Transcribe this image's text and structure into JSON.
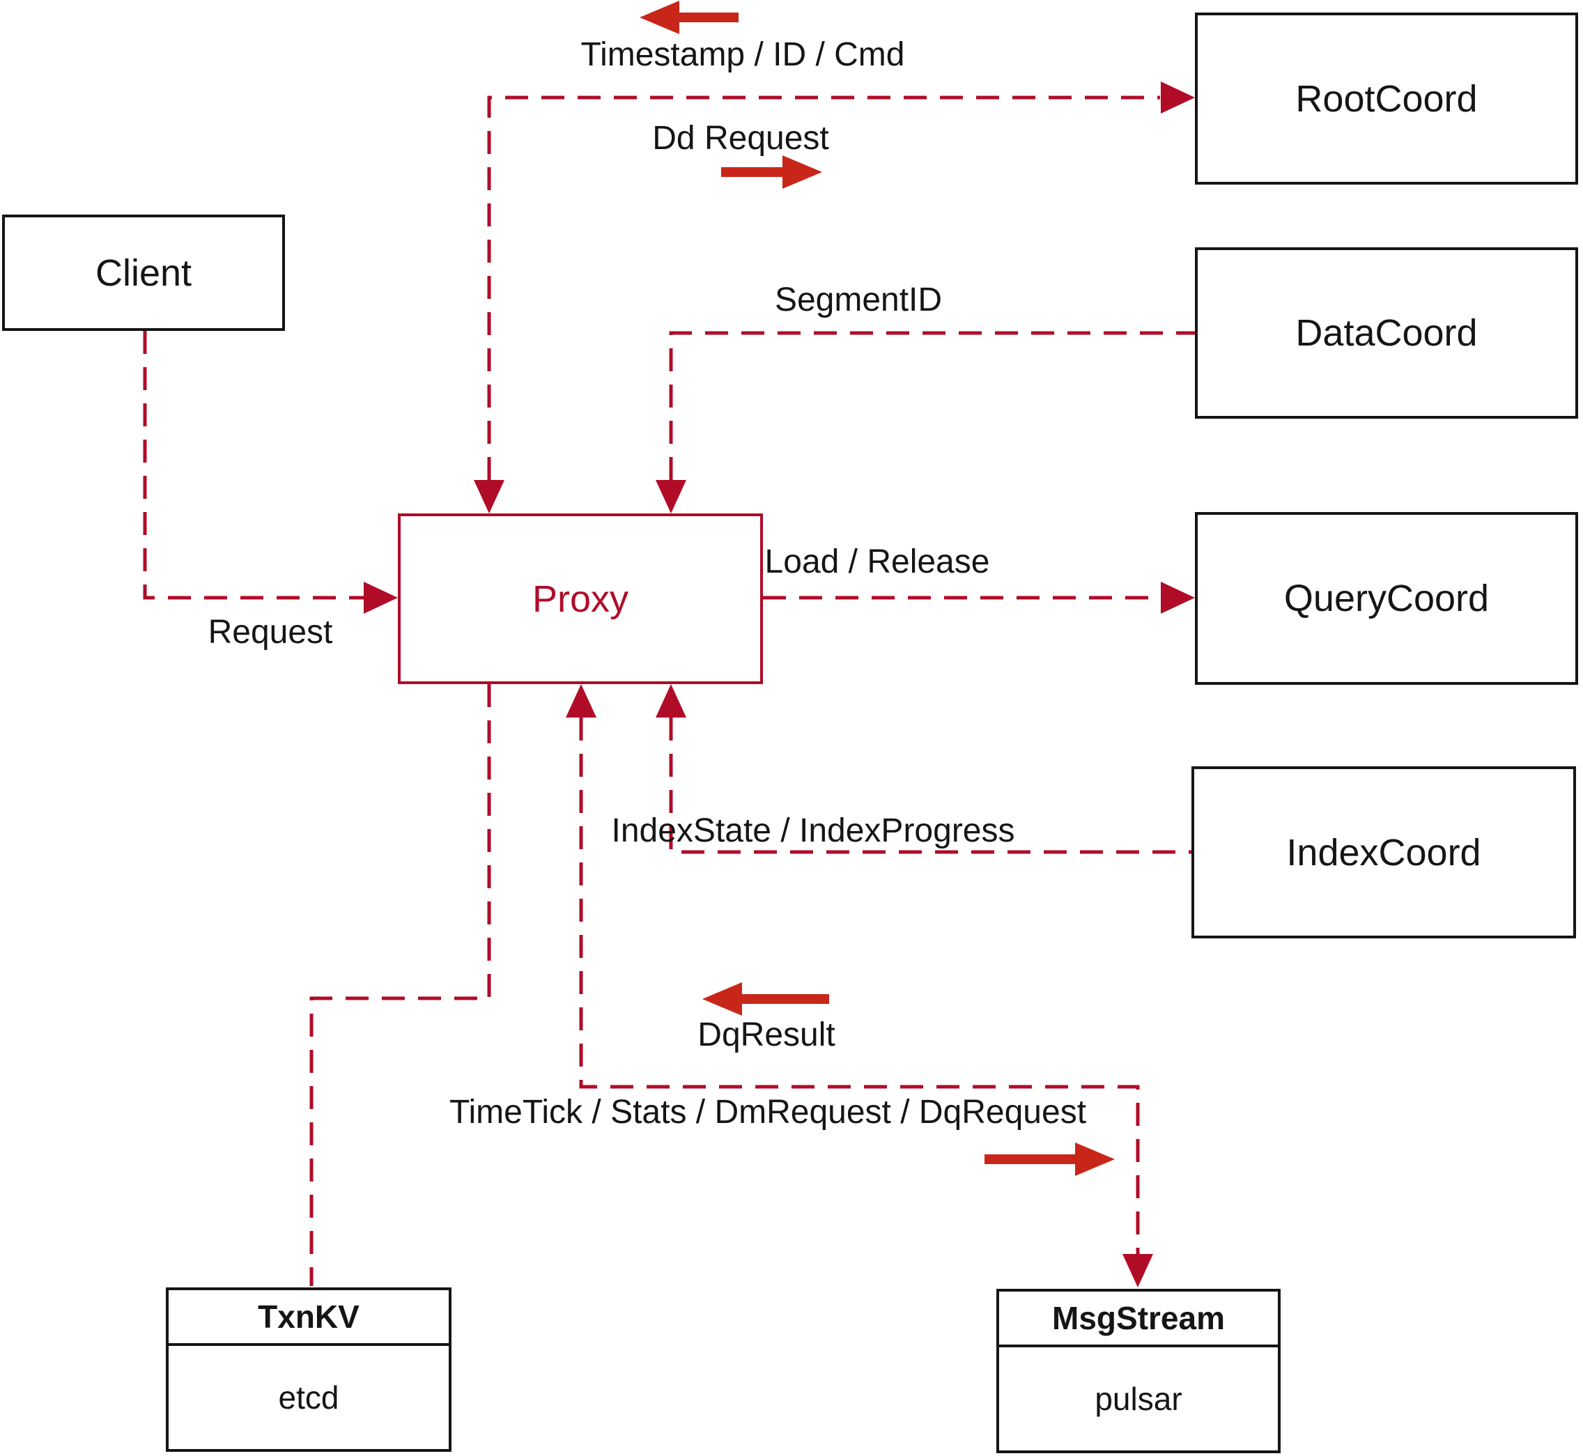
{
  "colors": {
    "dash_red": "#B00C28",
    "solid_arrow_red": "#C9261A",
    "box_border": "#151515",
    "text": "#151515",
    "background": "#FFFFFF"
  },
  "nodes": {
    "client": {
      "label": "Client"
    },
    "proxy": {
      "label": "Proxy"
    },
    "root_coord": {
      "label": "RootCoord"
    },
    "data_coord": {
      "label": "DataCoord"
    },
    "query_coord": {
      "label": "QueryCoord"
    },
    "index_coord": {
      "label": "IndexCoord"
    },
    "txn_kv": {
      "title": "TxnKV",
      "subtitle": "etcd"
    },
    "msg_stream": {
      "title": "MsgStream",
      "subtitle": "pulsar"
    }
  },
  "edges": {
    "request": {
      "label": "Request"
    },
    "timestamp_id_cmd": {
      "label": "Timestamp / ID / Cmd"
    },
    "dd_request": {
      "label": "Dd Request"
    },
    "segment_id": {
      "label": "SegmentID"
    },
    "load_release": {
      "label": "Load / Release"
    },
    "index_state": {
      "label": "IndexState / IndexProgress"
    },
    "dq_result": {
      "label": "DqResult"
    },
    "time_tick": {
      "label": "TimeTick / Stats / DmRequest / DqRequest"
    }
  }
}
